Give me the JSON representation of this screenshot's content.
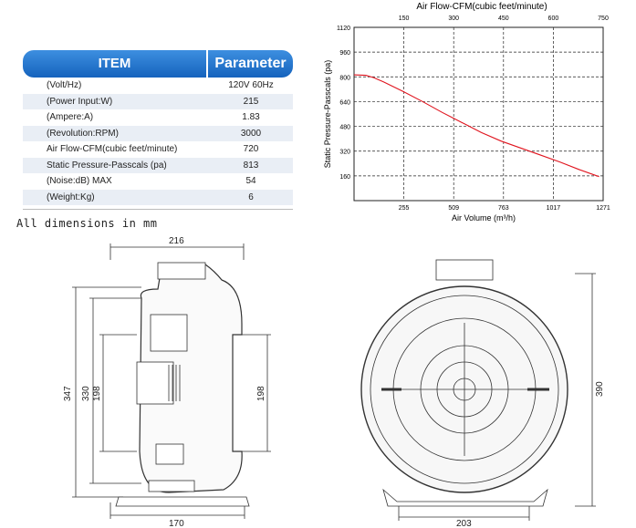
{
  "spec_table": {
    "header_item": "ITEM",
    "header_parameter": "Parameter",
    "rows": [
      {
        "label": "(Volt/Hz)",
        "value": "120V  60Hz"
      },
      {
        "label": "(Power Input:W)",
        "value": "215"
      },
      {
        "label": "(Ampere:A)",
        "value": "1.83"
      },
      {
        "label": "(Revolution:RPM)",
        "value": "3000"
      },
      {
        "label": "Air Flow-CFM(cubic feet/minute)",
        "value": "720"
      },
      {
        "label": "Static Pressure-Passcals (pa)",
        "value": "813"
      },
      {
        "label": "(Noise:dB) MAX",
        "value": "54"
      },
      {
        "label": "(Weight:Kg)",
        "value": "6"
      }
    ]
  },
  "dimensions_note": "All dimensions in mm",
  "chart_data": {
    "type": "line",
    "title": "Air Flow-CFM(cubic feet/minute)",
    "xlabel": "Air Volume (m³/h)",
    "ylabel": "Static Pressure-Passcals (pa)",
    "x_ticks": [
      "255",
      "509",
      "763",
      "1017",
      "1271"
    ],
    "top_ticks": [
      "150",
      "300",
      "450",
      "600",
      "750"
    ],
    "y_ticks": [
      "160",
      "320",
      "480",
      "640",
      "800",
      "960",
      "1120"
    ],
    "xlim": [
      0,
      1271
    ],
    "ylim": [
      0,
      1120
    ],
    "grid": true,
    "series": [
      {
        "color": "#e0141e",
        "x": [
          0,
          60,
          100,
          150,
          250,
          350,
          450,
          550,
          650,
          750,
          850,
          950,
          1050,
          1150,
          1250
        ],
        "y": [
          813,
          810,
          795,
          768,
          706,
          640,
          570,
          505,
          440,
          385,
          340,
          295,
          250,
          200,
          155
        ]
      }
    ]
  },
  "drawing_side": {
    "dims": [
      "216",
      "347",
      "330",
      "198",
      "198",
      "170"
    ]
  },
  "drawing_front": {
    "dims": [
      "390",
      "203"
    ]
  }
}
